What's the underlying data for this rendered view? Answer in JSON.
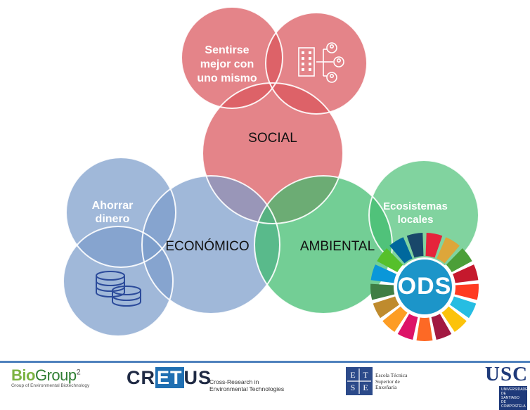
{
  "diagram": {
    "social_label": "SOCIAL",
    "economico_label": "ECONÓMICO",
    "ambiental_label": "AMBIENTAL",
    "sentirse_label": "Sentirse\nmejor con\nuno mismo",
    "ahorrar_label": "Ahorrar\ndinero",
    "ecosistemas_label": "Ecosistemas\nlocales",
    "ods_label": "ODS"
  },
  "colors": {
    "social": "#d9555b",
    "economico": "#7b9ccb",
    "ambiental": "#3dbb6c",
    "ods_center": "#1c95c9"
  },
  "footer": {
    "biogroup_name_bio": "Bio",
    "biogroup_name_group": "Group",
    "biogroup_superscript": "2",
    "biogroup_subtitle": "Group of Environmental Biotechnology",
    "cretus_name_pre": "CR",
    "cretus_name_mid": "ET",
    "cretus_name_post": "US",
    "cretus_subtitle": "Cross-Research in\nEnvironmental Technologies",
    "etse_text": "Escola Técnica\nSuperior de\nEnxeñaría",
    "usc_name": "USC",
    "usc_subtitle": "UNIVERSIDADE\nDE SANTIAGO\nDE COMPOSTELA"
  }
}
